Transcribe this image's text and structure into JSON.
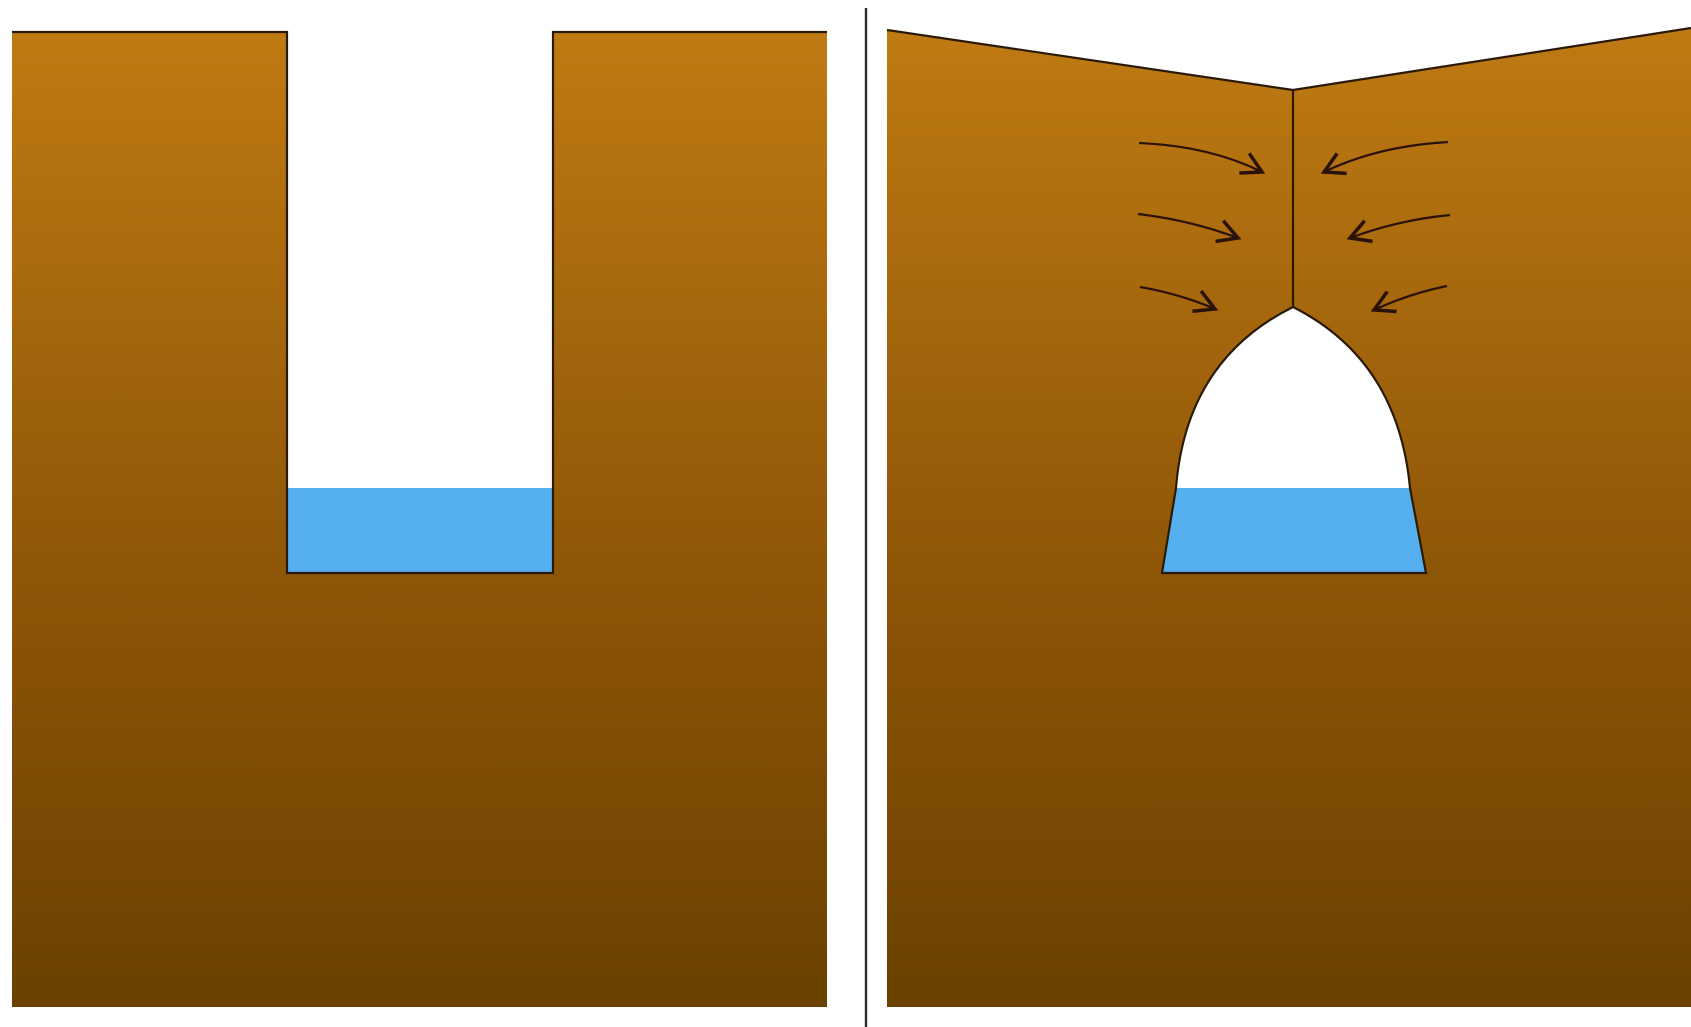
{
  "diagram": {
    "panels": [
      {
        "id": "left",
        "description_visible_text": ""
      },
      {
        "id": "right",
        "description_visible_text": ""
      }
    ],
    "colors": {
      "soil_top": "#bf7a12",
      "soil_mid": "#8f5608",
      "soil_bottom": "#6a4100",
      "water": "#55aeee",
      "void": "#ffffff",
      "outline": "#2a1a05",
      "divider": "#2a2a2a",
      "arrow": "#2b1208"
    },
    "arrows": {
      "left_side_count": 3,
      "right_side_count": 3
    }
  }
}
